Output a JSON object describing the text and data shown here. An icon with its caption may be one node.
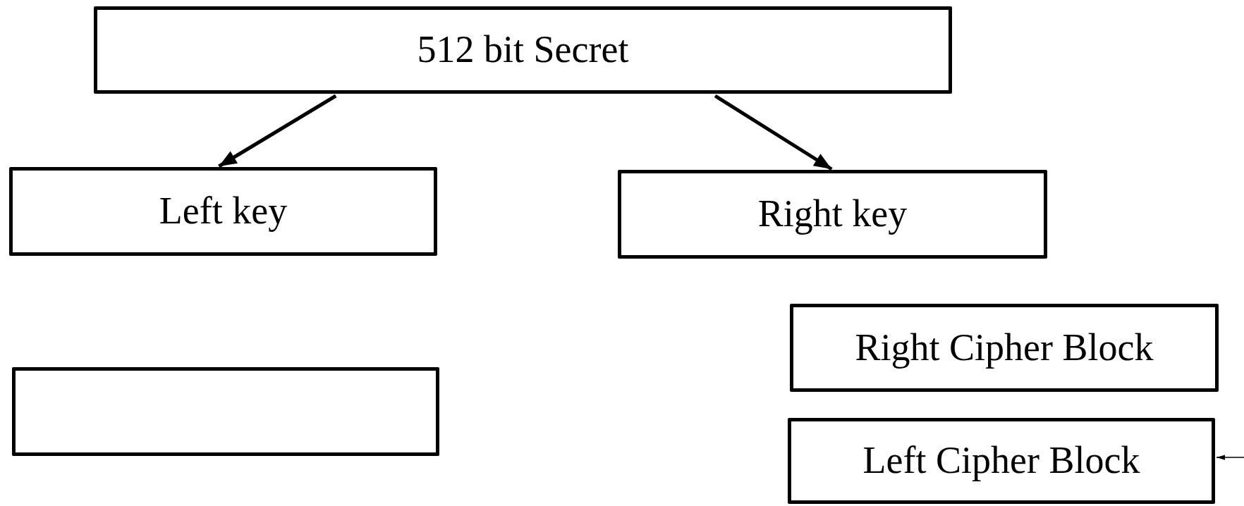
{
  "diagram": {
    "nodes": [
      {
        "text": [
          "512 bit Secret"
        ]
      },
      {
        "text": [
          "Left key"
        ]
      },
      {
        "text": [
          "Right key"
        ]
      },
      {
        "text": [
          "Right Cipher Block"
        ]
      },
      {
        "text": [],
        "shape": "box"
      },
      {
        "text": [
          "Left Cipher Block"
        ]
      }
    ],
    "edges": [
      {
        "from": 0,
        "to": 1,
        "arrow": "to"
      },
      {
        "from": 0,
        "to": 2,
        "arrow": "to"
      },
      {
        "from": null,
        "to": 5,
        "arrow": "to"
      }
    ]
  }
}
